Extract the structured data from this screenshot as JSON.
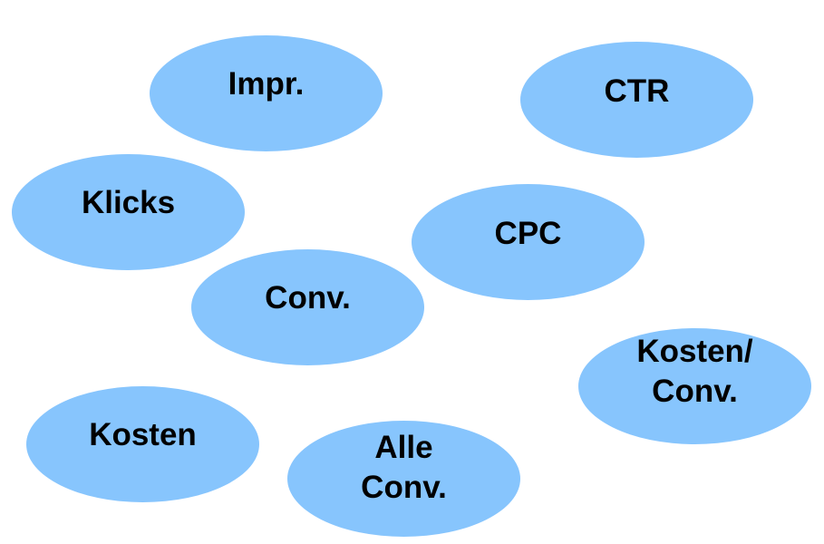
{
  "colors": {
    "bubble_fill": "#87c5fd",
    "text": "#000000",
    "background": "#ffffff"
  },
  "bubbles": {
    "impr": {
      "label": "Impr."
    },
    "ctr": {
      "label": "CTR"
    },
    "klicks": {
      "label": "Klicks"
    },
    "cpc": {
      "label": "CPC"
    },
    "conv": {
      "label": "Conv."
    },
    "kosten_conv": {
      "line1": "Kosten/",
      "line2": "Conv."
    },
    "kosten": {
      "label": "Kosten"
    },
    "alle_conv": {
      "line1": "Alle",
      "line2": "Conv."
    }
  }
}
